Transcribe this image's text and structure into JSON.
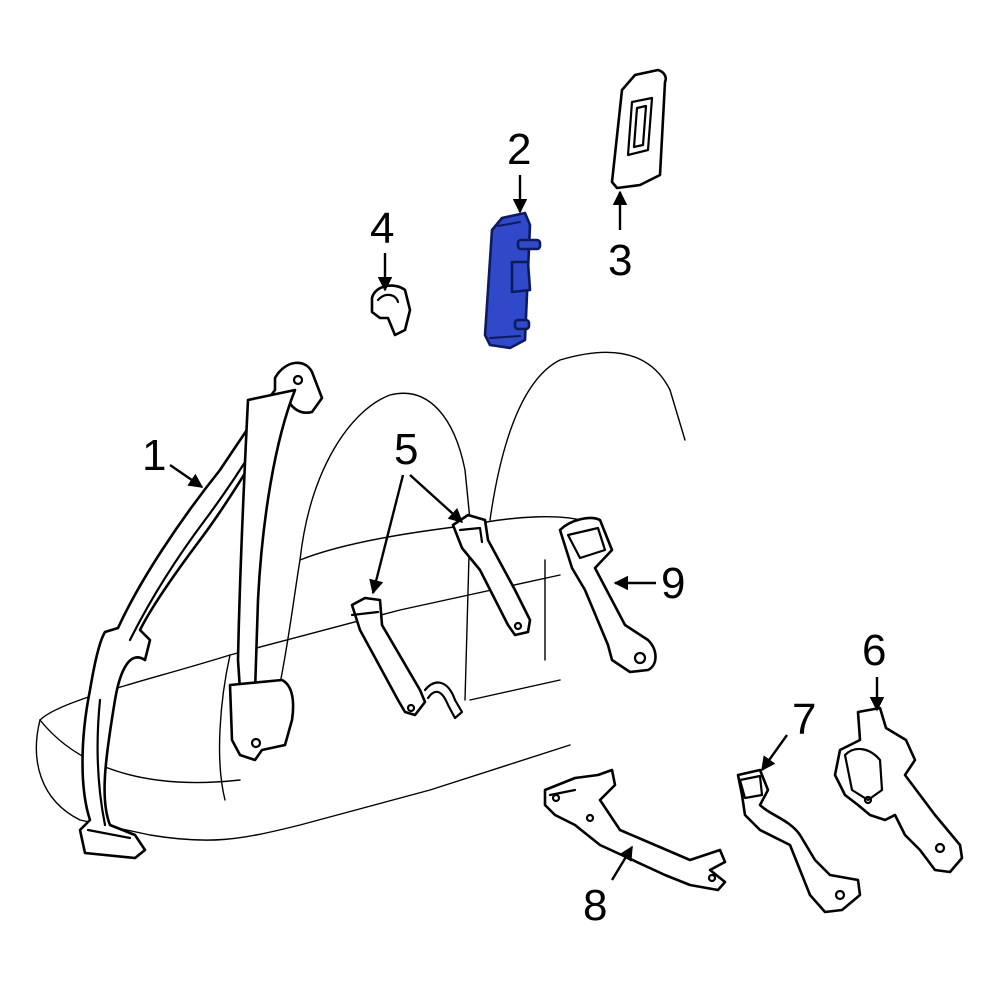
{
  "diagram": {
    "highlight_color": "#2f49c8",
    "callouts": [
      {
        "id": "c1",
        "label": "1"
      },
      {
        "id": "c2",
        "label": "2"
      },
      {
        "id": "c3",
        "label": "3"
      },
      {
        "id": "c4",
        "label": "4"
      },
      {
        "id": "c5",
        "label": "5"
      },
      {
        "id": "c6",
        "label": "6"
      },
      {
        "id": "c7",
        "label": "7"
      },
      {
        "id": "c8",
        "label": "8"
      },
      {
        "id": "c9",
        "label": "9"
      }
    ]
  }
}
